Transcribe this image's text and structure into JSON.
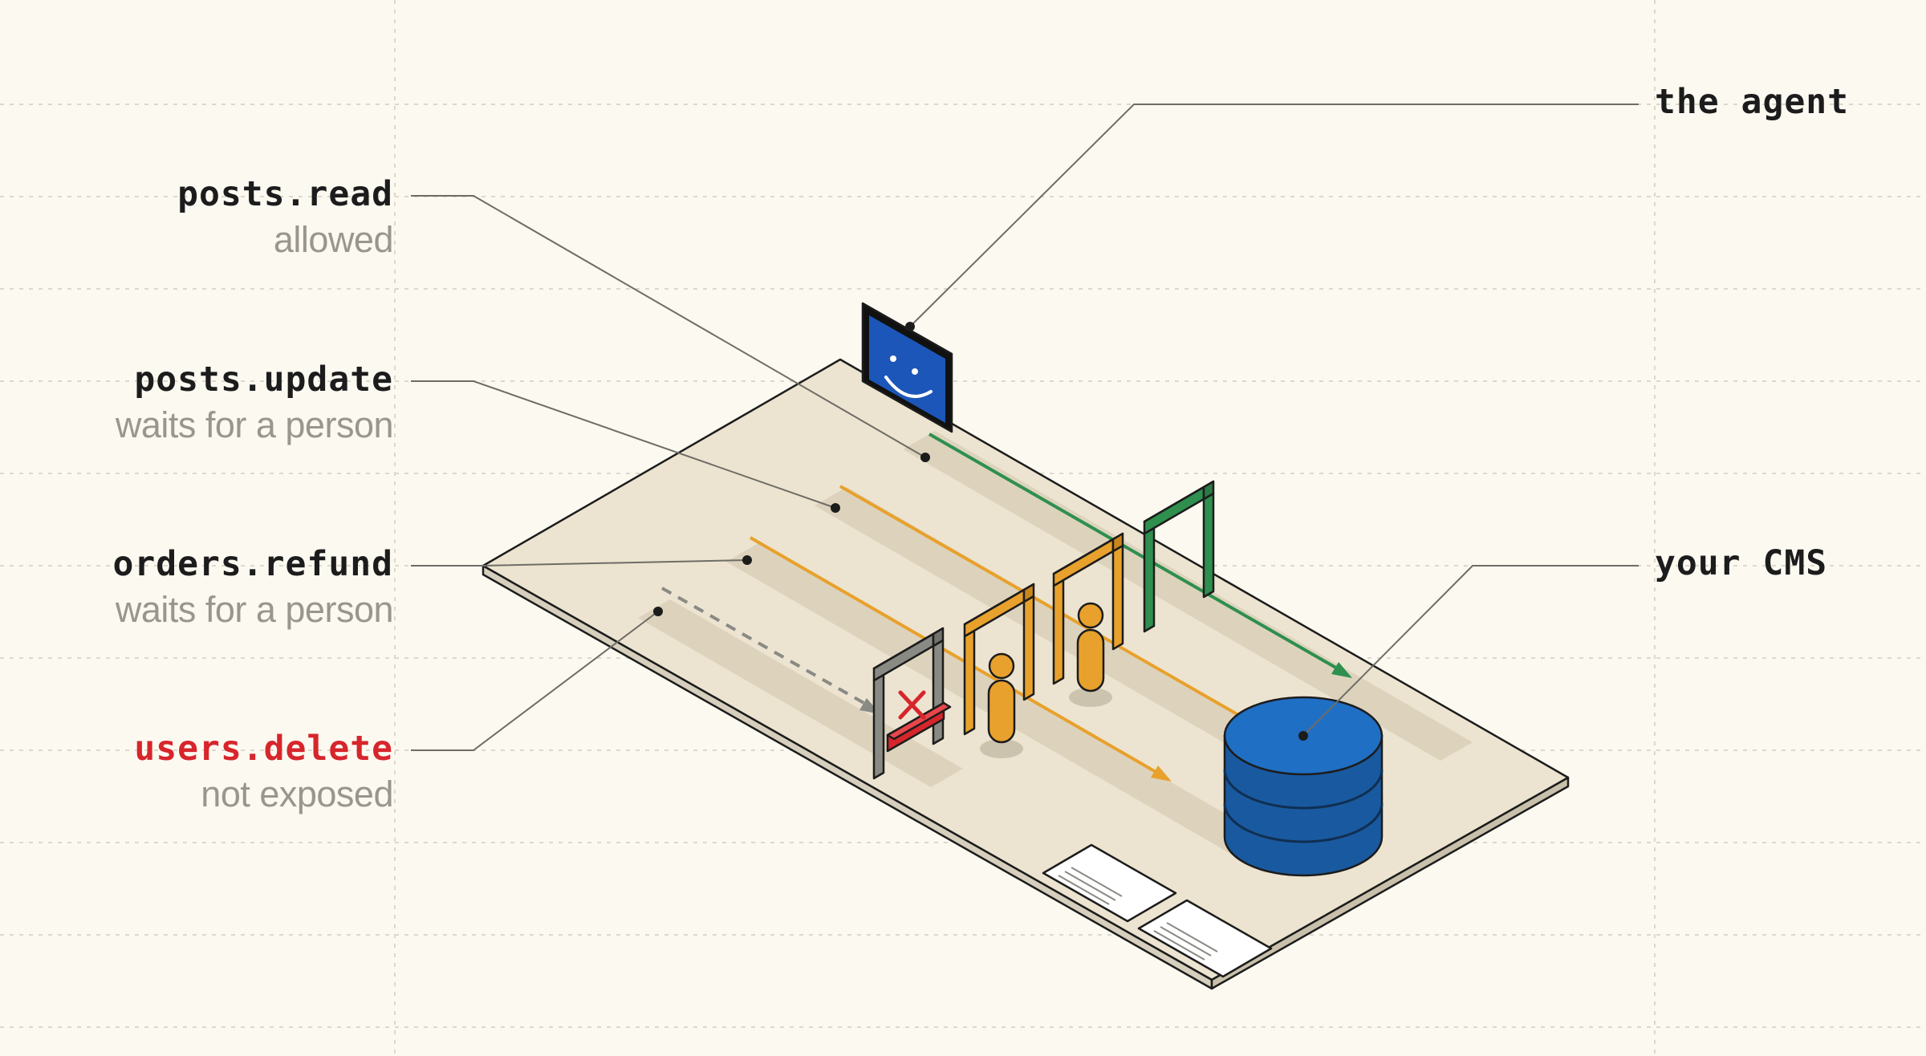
{
  "labels": {
    "posts_read": {
      "name": "posts.read",
      "status": "allowed"
    },
    "posts_update": {
      "name": "posts.update",
      "status": "waits for a person"
    },
    "orders_refund": {
      "name": "orders.refund",
      "status": "waits for a person"
    },
    "users_delete": {
      "name": "users.delete",
      "status": "not exposed"
    },
    "agent": {
      "name": "the agent"
    },
    "cms": {
      "name": "your CMS"
    }
  },
  "colors": {
    "background": "#fcf9f1",
    "platform": "#ece4d0",
    "allowed": "#2e8f4e",
    "waits": "#e8a12c",
    "blocked": "#d7252c",
    "not_exposed": "#8a8a84",
    "database": "#1f6fc4",
    "monitor": "#1c56b8"
  },
  "icons": [
    "monitor-smiley-icon",
    "database-icon",
    "person-icon",
    "x-mark-icon",
    "document-icon"
  ]
}
